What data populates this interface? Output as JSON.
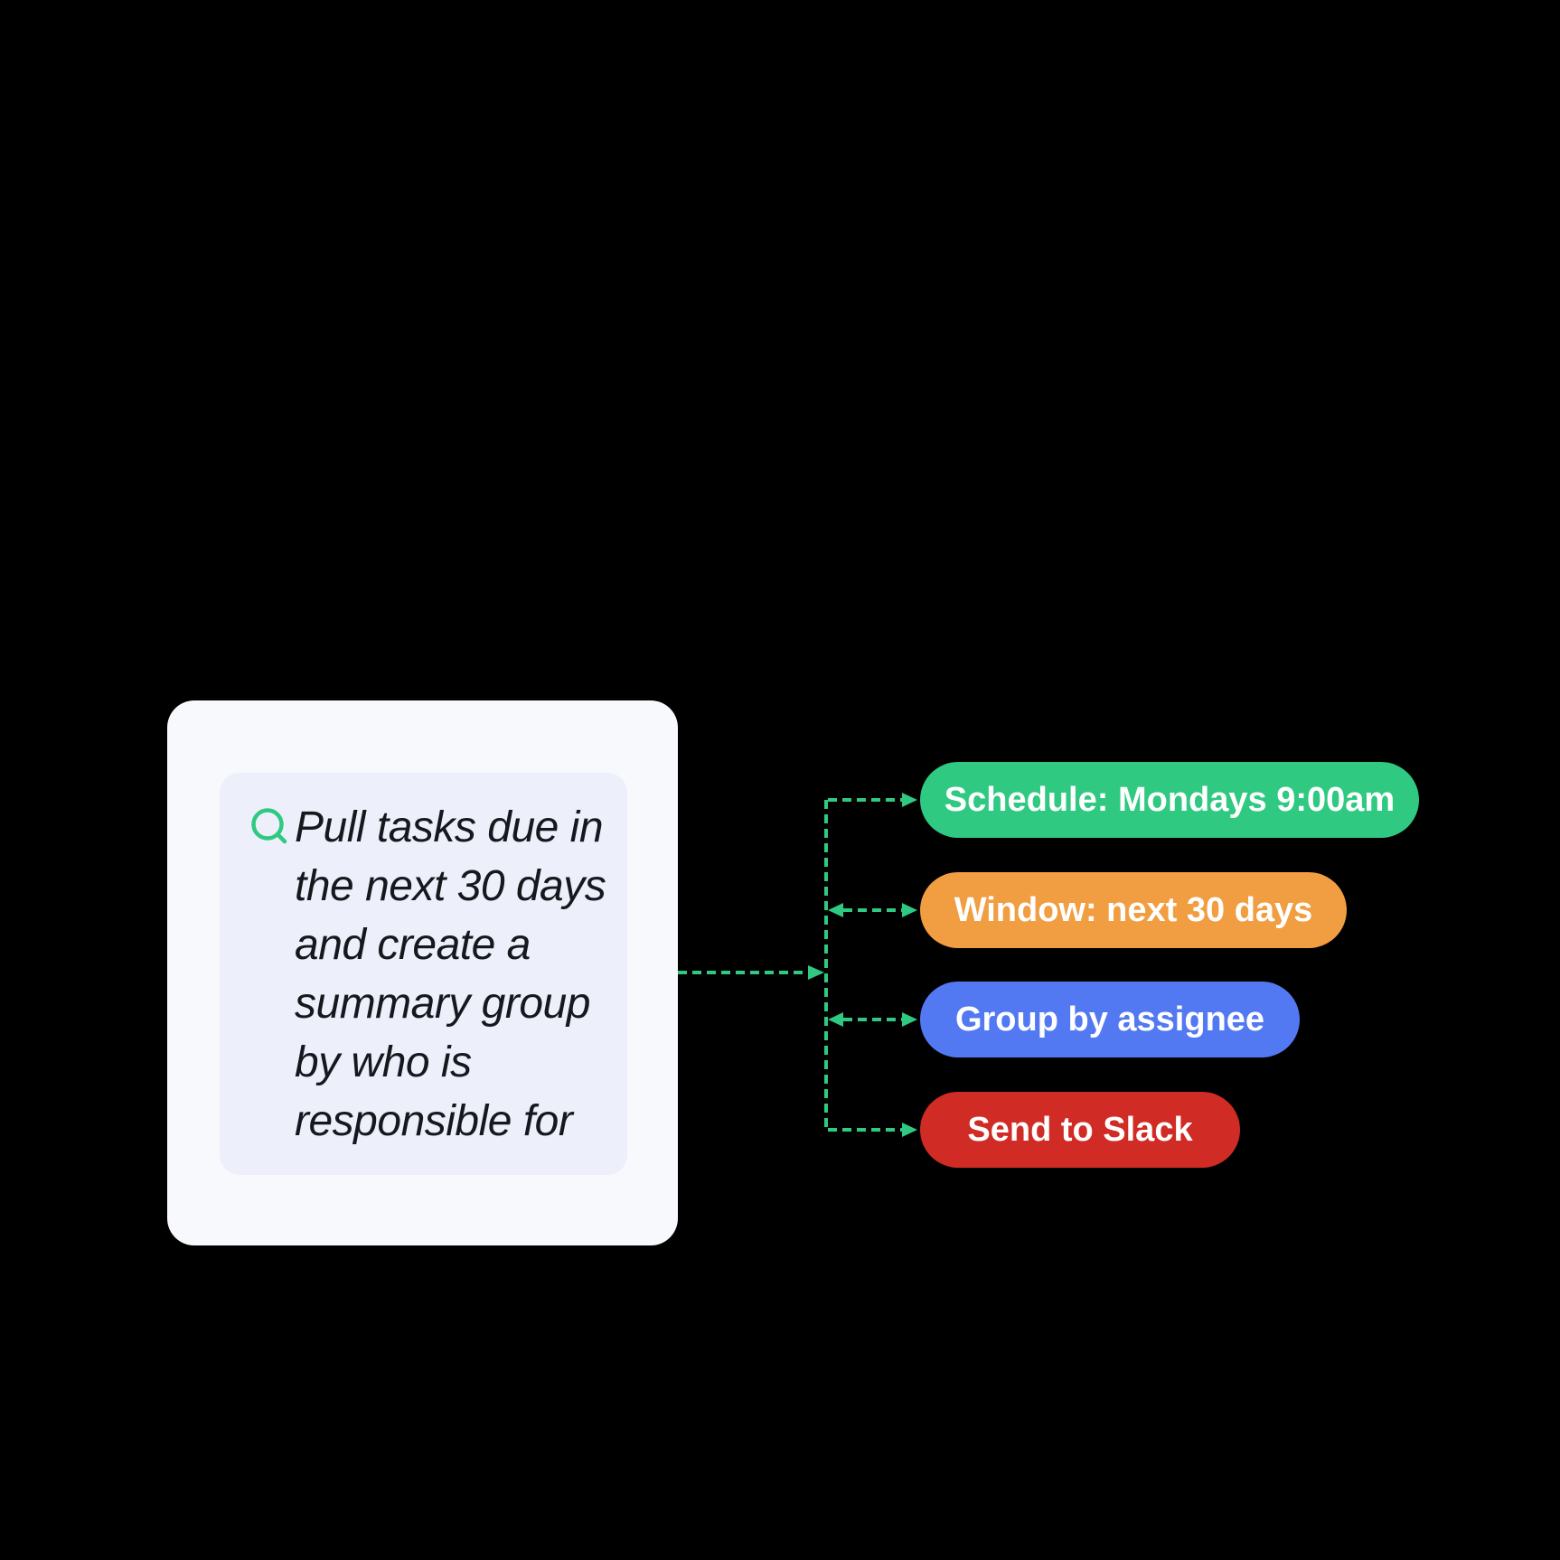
{
  "prompt_card": {
    "icon": "search-icon",
    "text": "Pull tasks due in\nthe next 30 days\nand create a\nsummary group\nby who is\nresponsible for"
  },
  "pills": [
    {
      "id": "schedule",
      "label": "Schedule: Mondays 9:00am",
      "color": "#2FC982"
    },
    {
      "id": "window",
      "label": "Window: next 30 days",
      "color": "#F09E41"
    },
    {
      "id": "group",
      "label": "Group by assignee",
      "color": "#5379F2"
    },
    {
      "id": "slack",
      "label": "Send to Slack",
      "color": "#D02B24"
    }
  ],
  "colors": {
    "connector": "#2FC982",
    "card_background": "#F8F9FD",
    "panel_background": "#EDF0FB",
    "prompt_text": "#16181D",
    "pill_text": "#FFFFFF",
    "page_background": "#000000"
  }
}
